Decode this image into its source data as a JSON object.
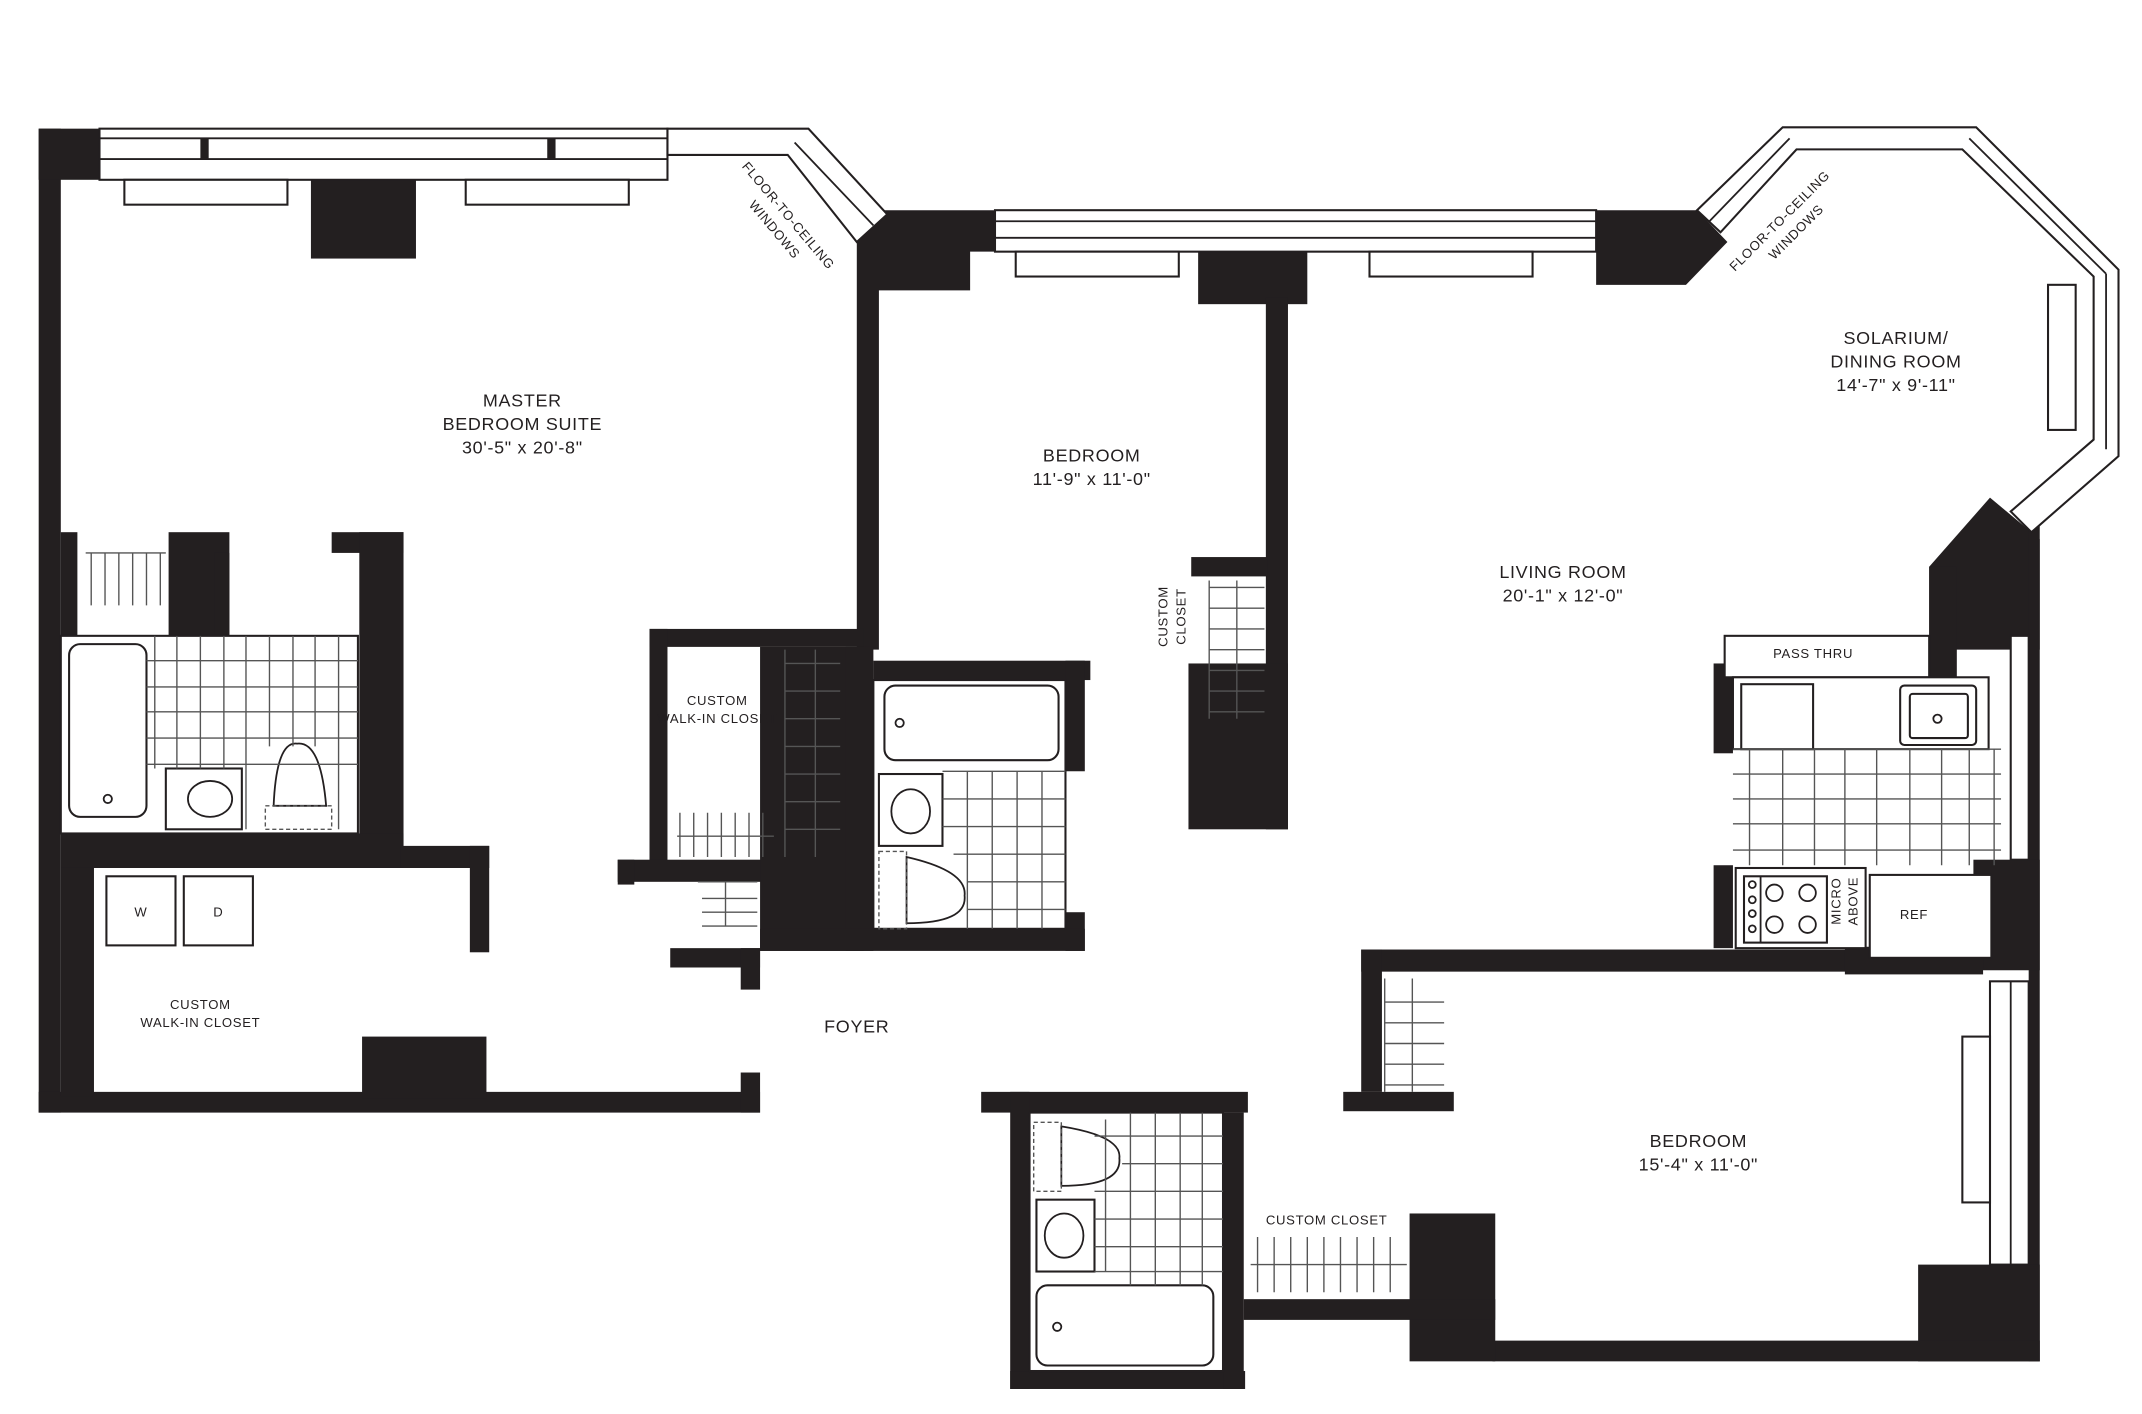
{
  "rooms": {
    "master": {
      "line1": "MASTER",
      "line2": "BEDROOM SUITE",
      "dims": "30'-5\" x 20'-8\""
    },
    "bedroom2": {
      "line1": "BEDROOM",
      "dims": "11'-9\" x 11'-0\""
    },
    "living": {
      "line1": "LIVING ROOM",
      "dims": "20'-1\" x 12'-0\""
    },
    "solarium": {
      "line1": "SOLARIUM/",
      "line2": "DINING ROOM",
      "dims": "14'-7\" x 9'-11\""
    },
    "bedroom3": {
      "line1": "BEDROOM",
      "dims": "15'-4\" x 11'-0\""
    },
    "foyer": {
      "line1": "FOYER"
    }
  },
  "labels": {
    "windows_left_1": "FLOOR-TO-CEILING",
    "windows_left_2": "WINDOWS",
    "windows_right_1": "FLOOR-TO-CEILING",
    "windows_right_2": "WINDOWS",
    "walkin_master_1": "CUSTOM",
    "walkin_master_2": "WALK-IN CLOSET",
    "walkin_center_1": "CUSTOM",
    "walkin_center_2": "WALK-IN CLOSET",
    "closet_vert_1": "CUSTOM",
    "closet_vert_2": "CLOSET",
    "custom_closet": "CUSTOM CLOSET",
    "pass_thru": "PASS THRU",
    "micro_1": "MICRO",
    "micro_2": "ABOVE",
    "ref": "REF",
    "washer": "W",
    "dryer": "D"
  }
}
